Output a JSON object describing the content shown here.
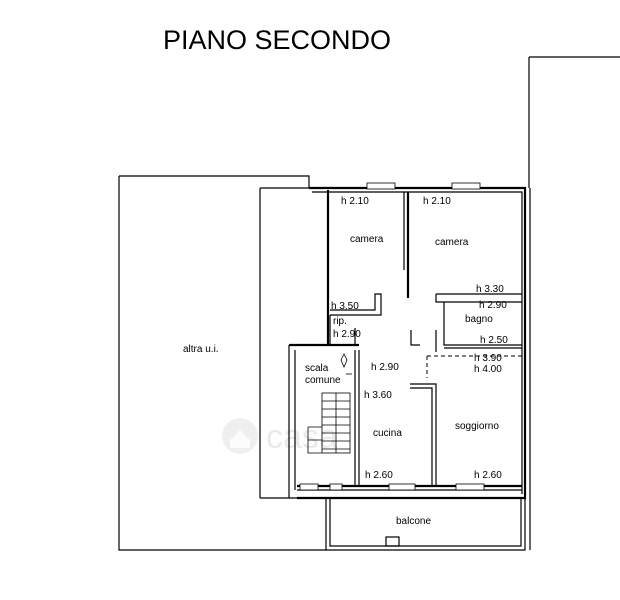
{
  "title": "PIANO SECONDO",
  "rooms": {
    "altra_ui": "altra u.i.",
    "camera_left": "camera",
    "camera_right": "camera",
    "ripostiglio": "rip.",
    "bagno": "bagno",
    "scala_line1": "scala",
    "scala_line2": "comune",
    "cucina": "cucina",
    "soggiorno": "soggiorno",
    "balcone": "balcone"
  },
  "heights": {
    "camera_left": "h 2.10",
    "camera_right": "h 2.10",
    "h330": "h 3.30",
    "h350": "h 3.50",
    "h290_bagno": "h 2.90",
    "h290_rip": "h 2.90",
    "h250": "h 2.50",
    "h290_hall": "h 2.90",
    "h390": "h 3.90",
    "h400": "h 4.00",
    "h360": "h 3.60",
    "h260_cucina": "h 2.60",
    "h260_soggiorno": "h 2.60"
  },
  "watermark": "casa"
}
